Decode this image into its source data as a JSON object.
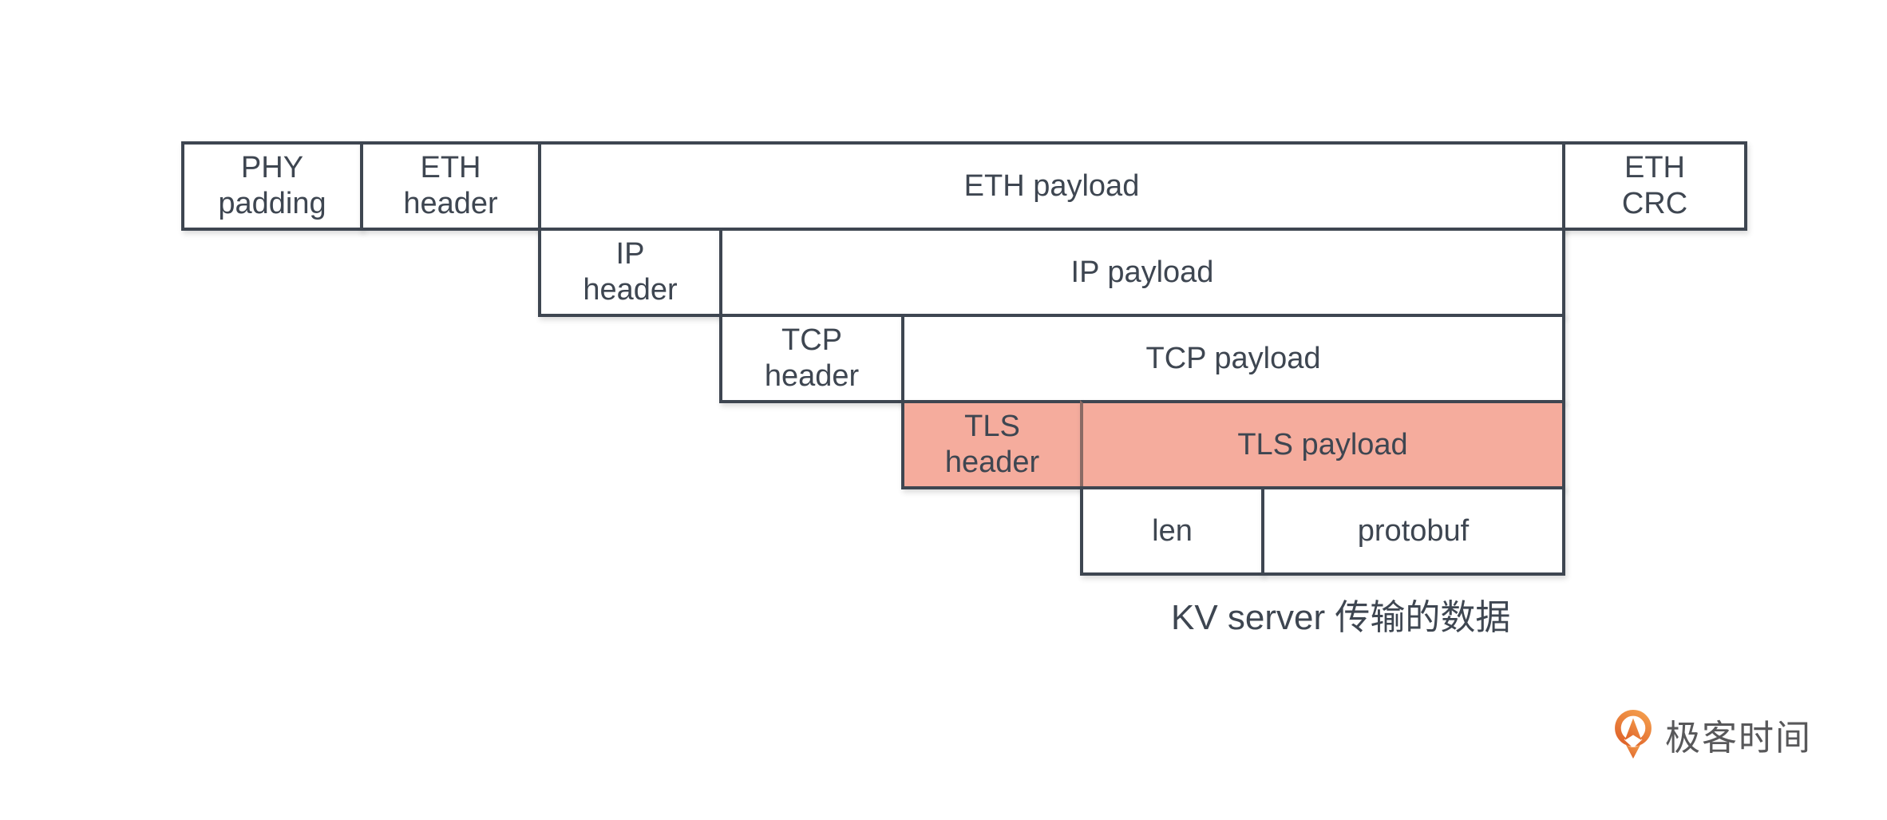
{
  "diagram": {
    "caption": "KV server 传输的数据",
    "cells": [
      {
        "id": "phy-padding",
        "label": "PHY\npadding",
        "highlighted": false
      },
      {
        "id": "eth-header",
        "label": "ETH\nheader",
        "highlighted": false
      },
      {
        "id": "eth-payload",
        "label": "ETH payload",
        "highlighted": false
      },
      {
        "id": "eth-crc",
        "label": "ETH\nCRC",
        "highlighted": false
      },
      {
        "id": "ip-header",
        "label": "IP\nheader",
        "highlighted": false
      },
      {
        "id": "ip-payload",
        "label": "IP payload",
        "highlighted": false
      },
      {
        "id": "tcp-header",
        "label": "TCP\nheader",
        "highlighted": false
      },
      {
        "id": "tcp-payload",
        "label": "TCP payload",
        "highlighted": false
      },
      {
        "id": "tls-header",
        "label": "TLS\nheader",
        "highlighted": true
      },
      {
        "id": "tls-payload",
        "label": "TLS payload",
        "highlighted": true
      },
      {
        "id": "len",
        "label": "len",
        "highlighted": false
      },
      {
        "id": "protobuf",
        "label": "protobuf",
        "highlighted": false
      }
    ]
  },
  "branding": {
    "logo_text": "极客时间",
    "logo_icon": "geektime-q-pin-icon"
  },
  "colors": {
    "border": "#3E4651",
    "text": "#3E4651",
    "highlight": "#F5AC9D",
    "highlight-divider": "#8A6A64",
    "logo-orange-light": "#F2994A",
    "logo-orange-dark": "#E0662C",
    "logo-text": "#58585A",
    "background": "#FFFFFF"
  }
}
